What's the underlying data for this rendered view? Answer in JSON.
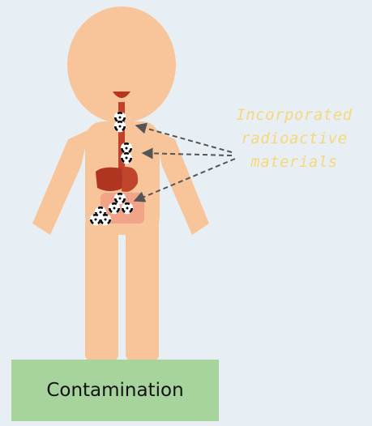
{
  "annotation": {
    "lines": [
      "Incorporated",
      "radioactive",
      "materials"
    ]
  },
  "caption": {
    "label": "Contamination"
  },
  "colors": {
    "background": "#e7eff4",
    "skin": "#f8c59a",
    "organs": "#b8361e",
    "intestine": "#f1a487",
    "arrows": "#555555",
    "annotation_text": "#f6d77a",
    "caption_box": "#a7d49d"
  },
  "icons": {
    "radiation_symbol": "radiation-icon"
  }
}
